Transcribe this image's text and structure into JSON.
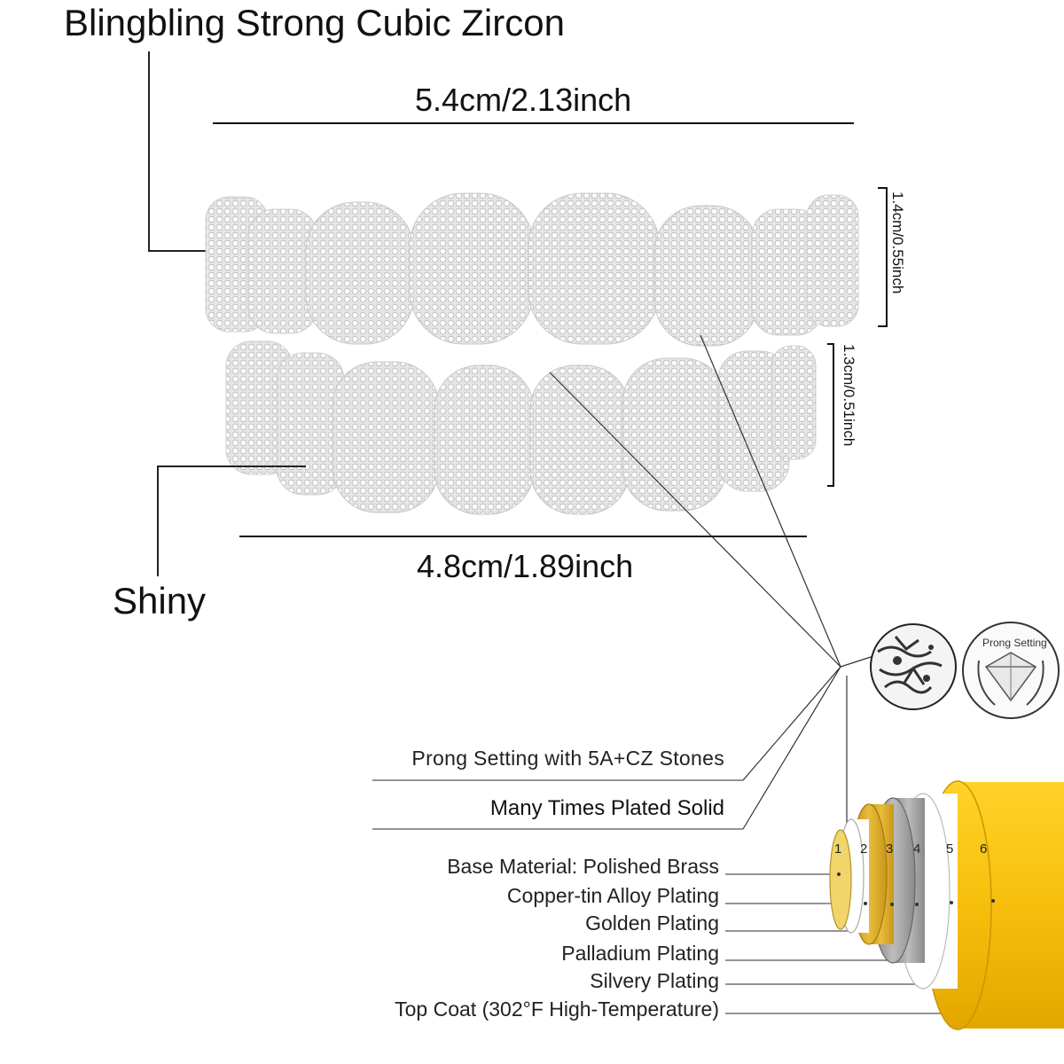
{
  "title": "Blingbling Strong Cubic Zircon",
  "dimensions": {
    "top_width": "5.4cm/2.13inch",
    "bottom_width": "4.8cm/1.89inch",
    "upper_height": "1.4cm/0.55inch",
    "lower_height": "1.3cm/0.51inch"
  },
  "callout_shiny": "Shiny",
  "prong_caption": "Prong Setting",
  "labels": {
    "prong_setting": "Prong Setting with 5A+CZ Stones",
    "plated_solid": "Many Times Plated Solid"
  },
  "layers": [
    {
      "number": "1",
      "label": "Base Material: Polished Brass",
      "color": "#f2d56a"
    },
    {
      "number": "2",
      "label": "Copper-tin Alloy Plating",
      "color": "#ffffff"
    },
    {
      "number": "3",
      "label": "Golden Plating",
      "color": "#d9a820"
    },
    {
      "number": "4",
      "label": "Palladium Plating",
      "color": "#9c9c9c"
    },
    {
      "number": "5",
      "label": "Silvery Plating",
      "color": "#ffffff"
    },
    {
      "number": "6",
      "label": "Top Coat (302°F High-Temperature)",
      "color": "#f2b705"
    }
  ]
}
